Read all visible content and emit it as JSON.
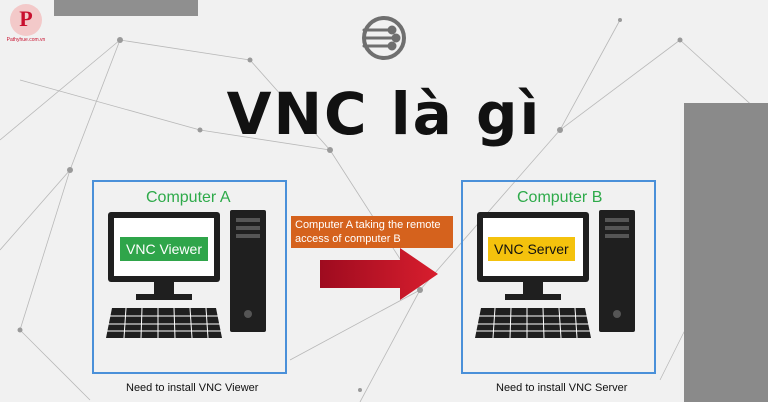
{
  "title": "VNC là gì",
  "logo": {
    "letter": "P",
    "text": "Pathyhue.com.vn"
  },
  "computer_a": {
    "label": "Computer A",
    "app_tag": "VNC Viewer",
    "footer": "Need to install VNC Viewer"
  },
  "computer_b": {
    "label": "Computer B",
    "app_tag": "VNC Server",
    "footer": "Need to install VNC Server"
  },
  "connection": {
    "caption": "Computer A taking the remote access of computer B"
  },
  "colors": {
    "frame": "#4a90d9",
    "label_green": "#2eaa4a",
    "viewer_tag": "#2fa54a",
    "server_tag": "#f4c20d",
    "caption_bg": "#d5621d",
    "arrow": "#c8102e",
    "icon": "#6f6f6f"
  },
  "icons": [
    "circuit-logo-icon",
    "desktop-computer-icon",
    "right-arrow-icon"
  ]
}
